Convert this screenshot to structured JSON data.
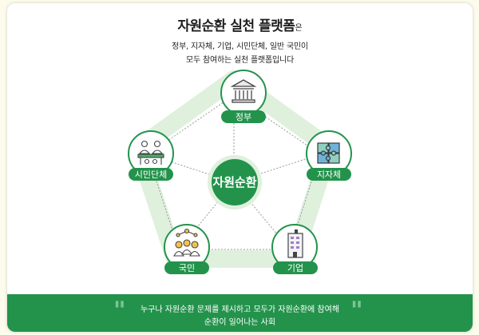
{
  "header": {
    "title": "자원순환 실천 플랫폼",
    "title_suffix": "은",
    "subtitle_line1": "정부, 지자체, 기업, 시민단체, 일반 국민이",
    "subtitle_line2": "모두 참여하는 실천 플랫폼입니다"
  },
  "diagram": {
    "center_label": "자원순환",
    "nodes": [
      {
        "label": "정부",
        "icon": "government-building-icon"
      },
      {
        "label": "지자체",
        "icon": "puzzle-icon"
      },
      {
        "label": "기업",
        "icon": "office-building-icon"
      },
      {
        "label": "국민",
        "icon": "people-network-icon"
      },
      {
        "label": "시민단체",
        "icon": "meeting-group-icon"
      }
    ]
  },
  "banner": {
    "line1": "누구나 자원순환 문제를 제시하고 모두가 자원순환에 참여해",
    "line2": "순환이 일어나는 사회"
  },
  "colors": {
    "primary_green": "#23934c",
    "pentagon_fill": "#dff0dd",
    "background": "#fdfbec"
  }
}
